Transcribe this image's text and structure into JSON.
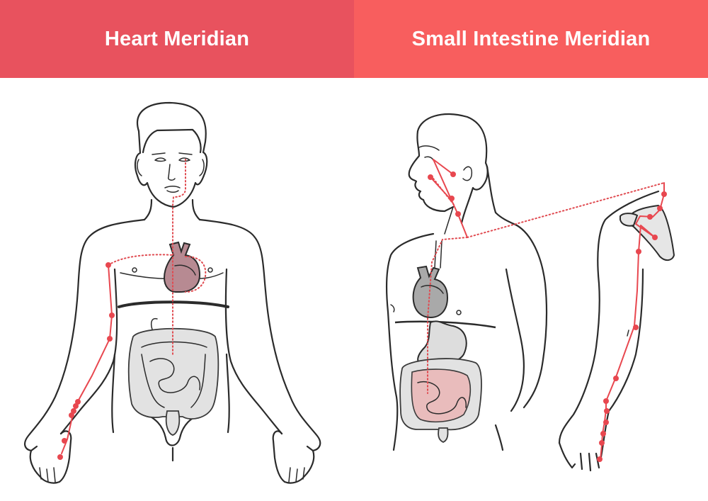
{
  "header": {
    "left_title": "Heart Meridian",
    "right_title": "Small Intestine  Meridian"
  },
  "colors": {
    "left_header_bg": "#e8525e",
    "right_header_bg": "#f85e5e",
    "meridian_line": "#e8474f",
    "heart_fill_left": "#b78a92",
    "heart_fill_right": "#a9a9a9",
    "small_intestine_fill": "#e9bcbc",
    "organ_gray": "#e2e2e2"
  },
  "figures": [
    {
      "name": "heart-meridian-front-figure",
      "organs": [
        "heart",
        "intestines"
      ],
      "highlighted_organ": "heart",
      "meridian_path": "armpit to inner arm to little finger"
    },
    {
      "name": "small-intestine-meridian-side-figure",
      "organs": [
        "heart",
        "stomach",
        "small intestine",
        "large intestine"
      ],
      "highlighted_organ": "small intestine",
      "meridian_path": "little finger to outer arm to scapula to neck to face"
    }
  ]
}
